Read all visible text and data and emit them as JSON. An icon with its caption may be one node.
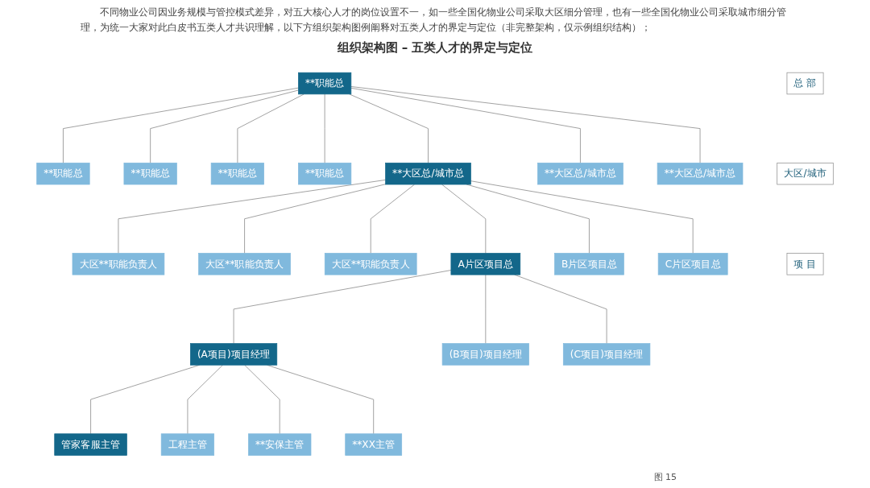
{
  "diagram": {
    "title": "组织架构图 – 五类人才的界定与定位",
    "caption": "图 15",
    "nodes": [
      {
        "text": [
          "总 部"
        ]
      },
      {
        "text": [
          "大区/城市"
        ]
      },
      {
        "text": [
          "项 目"
        ]
      },
      {
        "text": [
          "**职能总"
        ]
      },
      {
        "text": [
          "**职能总"
        ]
      },
      {
        "text": [
          "**职能总"
        ]
      },
      {
        "text": [
          "**职能总"
        ]
      },
      {
        "text": [
          "**职能总"
        ]
      },
      {
        "text": [
          "**大区总/城市总"
        ]
      },
      {
        "text": [
          "**大区总/城市总"
        ]
      },
      {
        "text": [
          "**大区总/城市总"
        ]
      },
      {
        "text": [
          "大区**职能负责人"
        ]
      },
      {
        "text": [
          "大区**职能负责人"
        ]
      },
      {
        "text": [
          "大区**职能负责人"
        ]
      },
      {
        "text": [
          "A片区项目总"
        ]
      },
      {
        "text": [
          "B片区项目总"
        ]
      },
      {
        "text": [
          "C片区项目总"
        ]
      },
      {
        "text": [
          "(A项目)项目经理"
        ]
      },
      {
        "text": [
          "(B项目)项目经理"
        ]
      },
      {
        "text": [
          "(C项目)项目经理"
        ]
      },
      {
        "text": [
          "管家客服主管"
        ]
      },
      {
        "text": [
          "工程主管"
        ]
      },
      {
        "text": [
          "**安保主管"
        ]
      },
      {
        "text": [
          "**XX主管"
        ]
      }
    ],
    "edges": [
      {
        "from": 3,
        "to": 4,
        "arrow": "none"
      },
      {
        "from": 3,
        "to": 5,
        "arrow": "none"
      },
      {
        "from": 3,
        "to": 6,
        "arrow": "none"
      },
      {
        "from": 3,
        "to": 7,
        "arrow": "none"
      },
      {
        "from": 3,
        "to": 8,
        "arrow": "none"
      },
      {
        "from": 3,
        "to": 9,
        "arrow": "none"
      },
      {
        "from": 3,
        "to": 10,
        "arrow": "none"
      },
      {
        "from": 8,
        "to": 11,
        "arrow": "none"
      },
      {
        "from": 8,
        "to": 12,
        "arrow": "none"
      },
      {
        "from": 8,
        "to": 13,
        "arrow": "none"
      },
      {
        "from": 8,
        "to": 14,
        "arrow": "none"
      },
      {
        "from": 8,
        "to": 15,
        "arrow": "none"
      },
      {
        "from": 8,
        "to": 16,
        "arrow": "none"
      },
      {
        "from": 14,
        "to": 17,
        "arrow": "none"
      },
      {
        "from": 14,
        "to": 18,
        "arrow": "none"
      },
      {
        "from": 14,
        "to": 19,
        "arrow": "none"
      },
      {
        "from": 17,
        "to": 20,
        "arrow": "none"
      },
      {
        "from": 17,
        "to": 21,
        "arrow": "none"
      },
      {
        "from": 17,
        "to": 22,
        "arrow": "none"
      },
      {
        "from": 17,
        "to": 23,
        "arrow": "none"
      }
    ],
    "labels": [
      "不同物业公司因业务规模与管控模式差异，对五大核心人才的岗位设置不一，如一些全国化物业公司采取大区细分管理，也有一些全国化物业公司采取城市细分管理，为统一大家对此白皮书五类人才共识理解，以下方组织架构图例阐释对五类人才的界定与定位（非完整架构，仅示例组织结构）；"
    ]
  }
}
